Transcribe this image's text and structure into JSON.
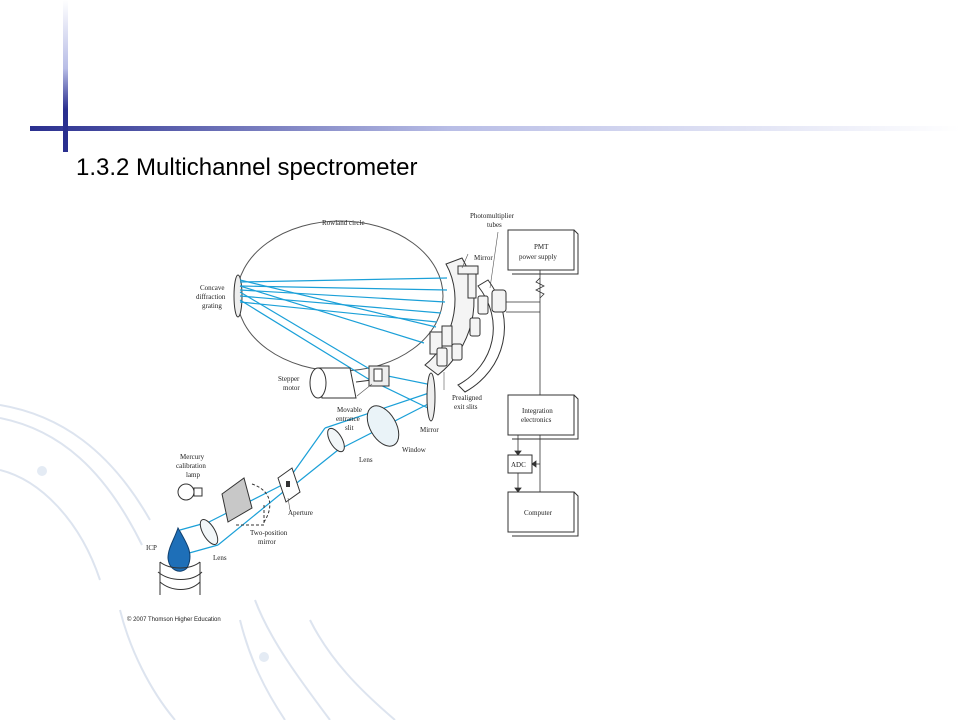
{
  "slide": {
    "title": "1.3.2 Multichannel spectrometer",
    "accent_color": "#2a2f8f",
    "beam_color": "#1ba0d8"
  },
  "diagram": {
    "labels": {
      "rowland": "Rowland circle",
      "pm1": "Photomultiplier",
      "pm2": "tubes",
      "grating1": "Concave",
      "grating2": "diffraction",
      "grating3": "grating",
      "mirror_top": "Mirror",
      "pmt1": "PMT",
      "pmt2": "power supply",
      "stepper1": "Stepper",
      "stepper2": "motor",
      "movable1": "Movable",
      "movable2": "entrance",
      "movable3": "slit",
      "prealigned1": "Prealigned",
      "prealigned2": "exit slits",
      "mirror_lower": "Mirror",
      "integ1": "Integration",
      "integ2": "electronics",
      "window": "Window",
      "lens_upper": "Lens",
      "mercury1": "Mercury",
      "mercury2": "calibration",
      "mercury3": "lamp",
      "adc": "ADC",
      "aperture": "Aperture",
      "twopos1": "Two-position",
      "twopos2": "mirror",
      "computer": "Computer",
      "icp": "ICP",
      "lens_lower": "Lens",
      "copyright": "© 2007 Thomson Higher Education"
    }
  }
}
